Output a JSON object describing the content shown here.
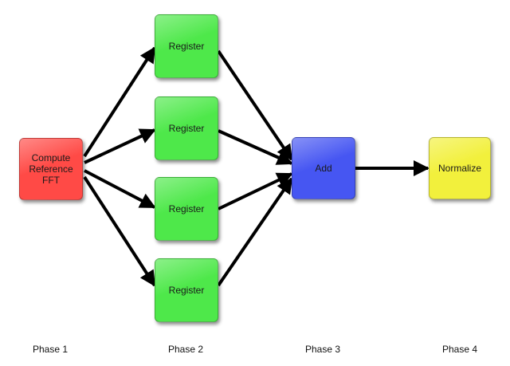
{
  "nodes": {
    "reference": {
      "label": "Compute\nReference\nFFT",
      "color": "#ff4a46"
    },
    "register": [
      {
        "label": "Register",
        "color": "#4ee84a"
      },
      {
        "label": "Register",
        "color": "#4ee84a"
      },
      {
        "label": "Register",
        "color": "#4ee84a"
      },
      {
        "label": "Register",
        "color": "#4ee84a"
      }
    ],
    "add": {
      "label": "Add",
      "color": "#4656f2"
    },
    "normalize": {
      "label": "Normalize",
      "color": "#f2f03c"
    }
  },
  "phases": [
    "Phase 1",
    "Phase 2",
    "Phase 3",
    "Phase 4"
  ]
}
